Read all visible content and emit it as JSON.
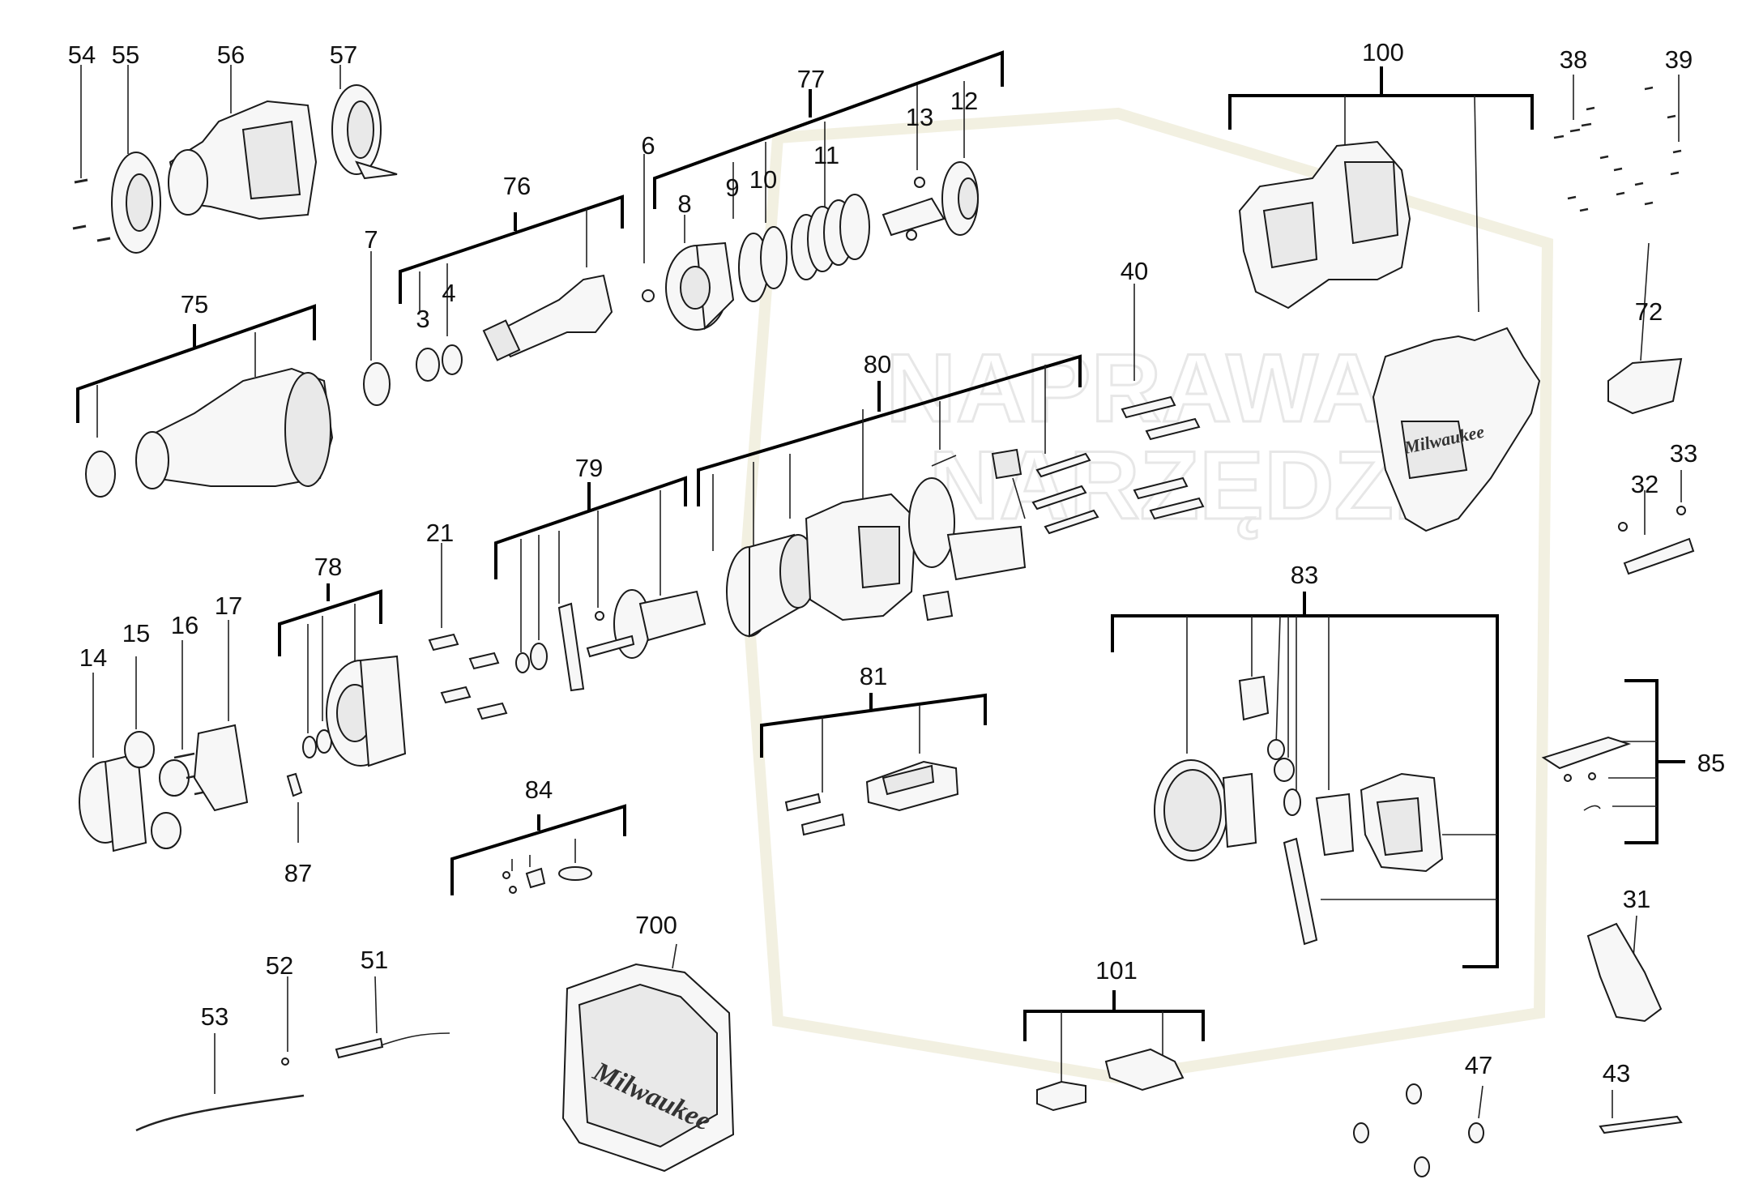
{
  "labels": {
    "p54": "54",
    "p55": "55",
    "p56": "56",
    "p57": "57",
    "p77": "77",
    "p6": "6",
    "p13": "13",
    "p12": "12",
    "p8": "8",
    "p9": "9",
    "p10": "10",
    "p11": "11",
    "p76": "76",
    "p3": "3",
    "p4": "4",
    "p7": "7",
    "p75": "75",
    "p100": "100",
    "p38": "38",
    "p39": "39",
    "p72": "72",
    "p33": "33",
    "p32": "32",
    "p40": "40",
    "p80": "80",
    "p79": "79",
    "p21": "21",
    "p78": "78",
    "p14": "14",
    "p15": "15",
    "p16": "16",
    "p17": "17",
    "p87": "87",
    "p83": "83",
    "p81": "81",
    "p84": "84",
    "p85": "85",
    "p31": "31",
    "p700": "700",
    "p101": "101",
    "p52": "52",
    "p51": "51",
    "p53": "53",
    "p47": "47",
    "p43": "43"
  },
  "watermark": {
    "line1": "NAPRAWA",
    "line2": "NARZĘDZI"
  },
  "brand_marks": {
    "case_logo": "Milwaukee",
    "housing_logo": "Milwaukee"
  }
}
